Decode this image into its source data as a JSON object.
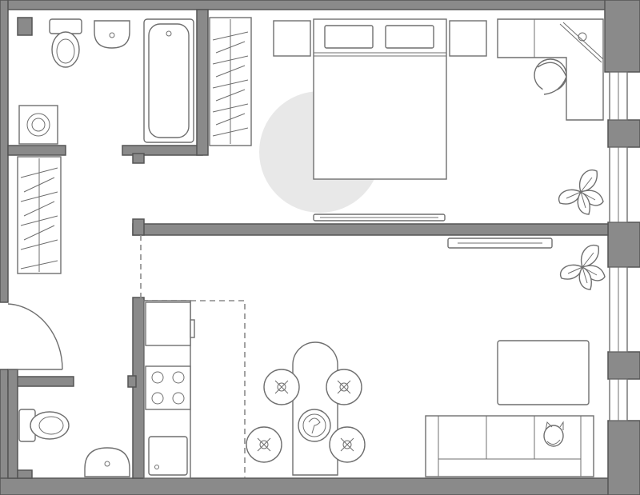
{
  "plan": {
    "colors": {
      "wall": "#8a8a8a",
      "wall_outline": "#555555",
      "fixture_stroke": "#6f6f6f",
      "rug": "#e8e8e8",
      "background": "#ffffff"
    },
    "rooms": [
      "bathroom",
      "hallway",
      "bedroom",
      "kitchen-living",
      "toilet"
    ],
    "icons": [
      "toilet-icon",
      "sink-icon",
      "bathtub-icon",
      "washing-machine-icon",
      "wardrobe-icon",
      "double-bed-icon",
      "nightstand-icon",
      "desk-icon",
      "office-chair-icon",
      "plant-icon",
      "tv-icon",
      "rug-icon",
      "refrigerator-icon",
      "stove-icon",
      "kitchen-sink-icon",
      "dining-table-icon",
      "dining-chair-icon",
      "coffee-table-icon",
      "sofa-icon",
      "cat-icon",
      "door-icon",
      "window-icon"
    ]
  }
}
